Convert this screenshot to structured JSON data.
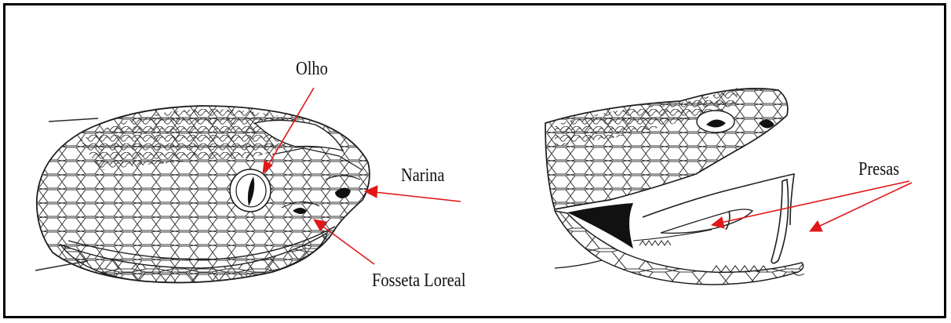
{
  "labels": {
    "olho": "Olho",
    "narina": "Narina",
    "fosseta_loreal": "Fosseta Loreal",
    "presas": "Presas"
  },
  "colors": {
    "arrow": "#e01818",
    "line": "#2b2b2b",
    "frame": "#000000"
  }
}
